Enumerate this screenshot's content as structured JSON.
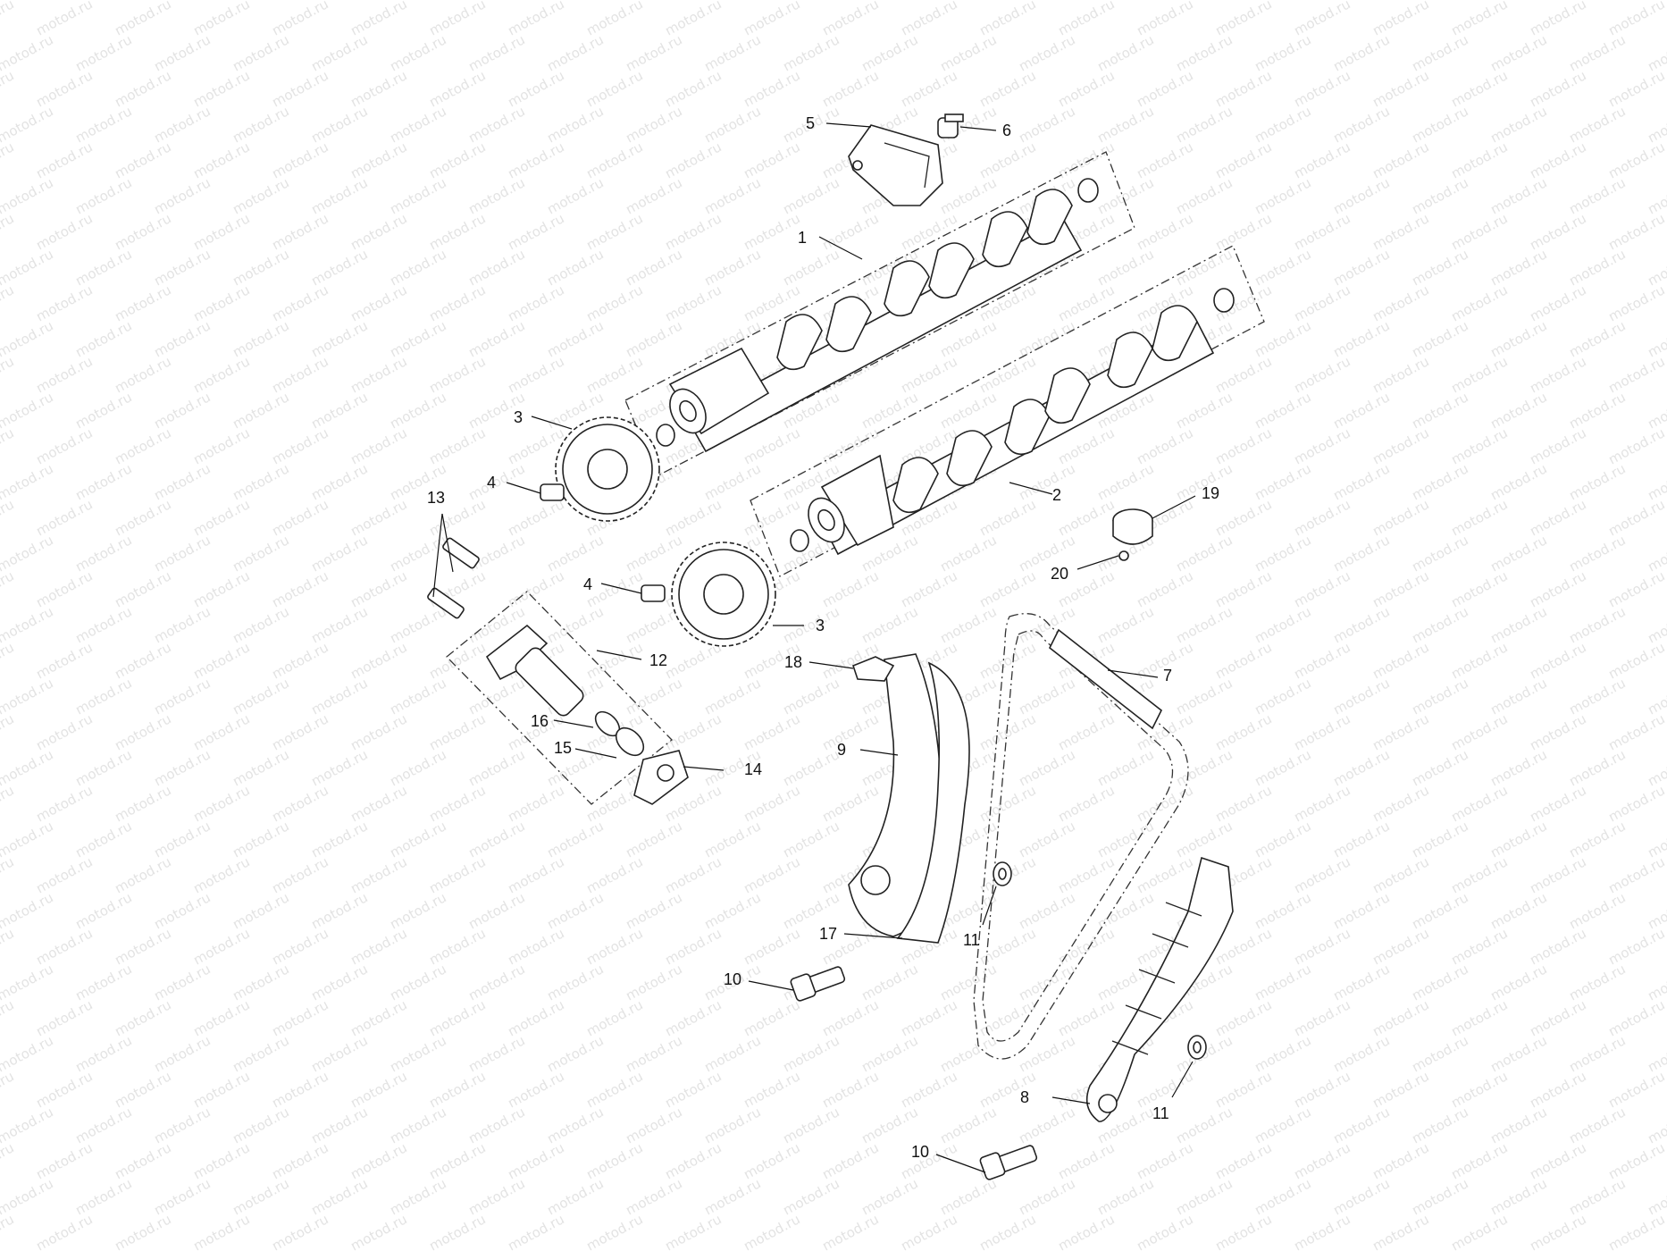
{
  "watermark": {
    "text": "motod.ru"
  },
  "labels": {
    "p1": "1",
    "p2": "2",
    "p3a": "3",
    "p3b": "3",
    "p4a": "4",
    "p4b": "4",
    "p5": "5",
    "p6": "6",
    "p7": "7",
    "p8": "8",
    "p9": "9",
    "p10a": "10",
    "p10b": "10",
    "p11a": "11",
    "p11b": "11",
    "p12": "12",
    "p13": "13",
    "p14": "14",
    "p15": "15",
    "p16": "16",
    "p17": "17",
    "p18": "18",
    "p19": "19",
    "p20": "20"
  }
}
